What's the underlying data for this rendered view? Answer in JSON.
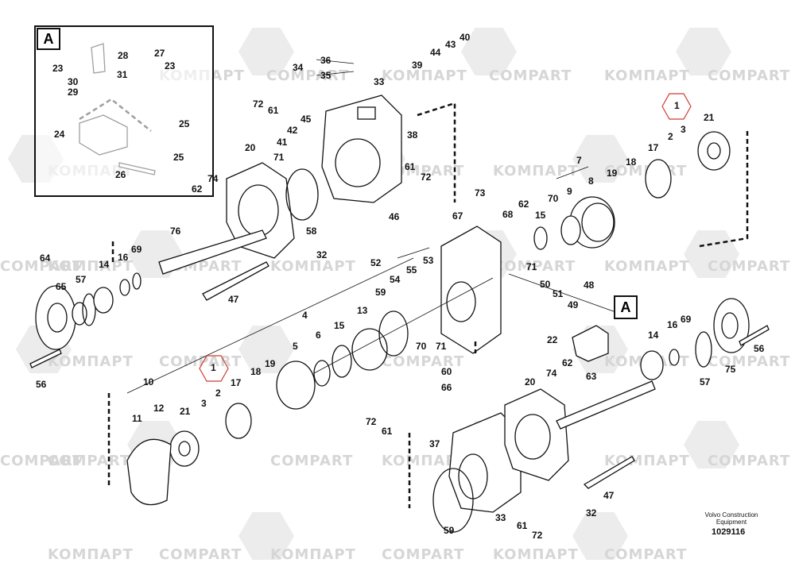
{
  "watermarks": [
    "KOMПАРТ",
    "COMPART"
  ],
  "detail_label": "A",
  "callout_label": "A",
  "assembly_label": "1",
  "footer": {
    "company_line1": "Volvo Construction",
    "company_line2": "Equipment",
    "figure_number": "1029116"
  },
  "detail_callouts": [
    "28",
    "27",
    "23",
    "31",
    "23",
    "30",
    "29",
    "24",
    "25",
    "25",
    "26"
  ],
  "callouts": [
    "36",
    "35",
    "34",
    "72",
    "61",
    "33",
    "39",
    "44",
    "43",
    "40",
    "38",
    "45",
    "42",
    "41",
    "20",
    "71",
    "61",
    "72",
    "46",
    "62",
    "74",
    "58",
    "76",
    "32",
    "47",
    "64",
    "65",
    "57",
    "14",
    "16",
    "69",
    "56",
    "73",
    "67",
    "68",
    "62",
    "15",
    "70",
    "9",
    "8",
    "7",
    "19",
    "18",
    "17",
    "2",
    "3",
    "21",
    "52",
    "53",
    "54",
    "55",
    "59",
    "13",
    "15",
    "6",
    "5",
    "4",
    "71",
    "50",
    "51",
    "49",
    "48",
    "22",
    "70",
    "71",
    "60",
    "66",
    "18",
    "19",
    "17",
    "3",
    "2",
    "21",
    "10",
    "11",
    "12",
    "74",
    "62",
    "63",
    "20",
    "72",
    "61",
    "37",
    "59",
    "33",
    "61",
    "72",
    "32",
    "47",
    "14",
    "16",
    "69",
    "57",
    "75",
    "56"
  ]
}
